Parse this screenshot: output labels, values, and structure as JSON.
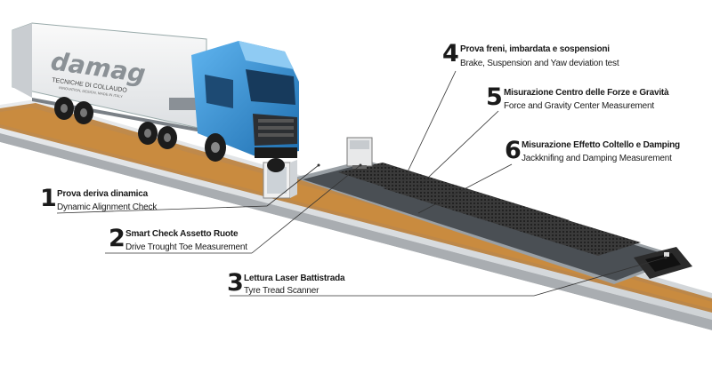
{
  "truck": {
    "brand": "damag",
    "subtitle": "TECNICHE DI COLLAUDO",
    "tagline": "INNOVATION, DESIGN, MADE IN ITALY"
  },
  "callouts": [
    {
      "num": "1",
      "it": "Prova deriva dinamica",
      "en": "Dynamic Alignment Check"
    },
    {
      "num": "2",
      "it": "Smart Check Assetto Ruote",
      "en": "Drive Trought Toe Measurement"
    },
    {
      "num": "3",
      "it": "Lettura Laser Battistrada",
      "en": "Tyre Tread Scanner"
    },
    {
      "num": "4",
      "it": "Prova freni, imbardata e sospensioni",
      "en": "Brake, Suspension and Yaw deviation test"
    },
    {
      "num": "5",
      "it": "Misurazione Centro delle Forze e Gravità",
      "en": "Force and Gravity Center Measurement"
    },
    {
      "num": "6",
      "it": "Misurazione Effetto Coltello e Damping",
      "en": "Jackknifing and Damping Measurement"
    }
  ],
  "colors": {
    "lane": "#b8792f",
    "cab": "#2e8fd6",
    "plate": "#2b2b2b",
    "floor": "#d9dcdf"
  }
}
